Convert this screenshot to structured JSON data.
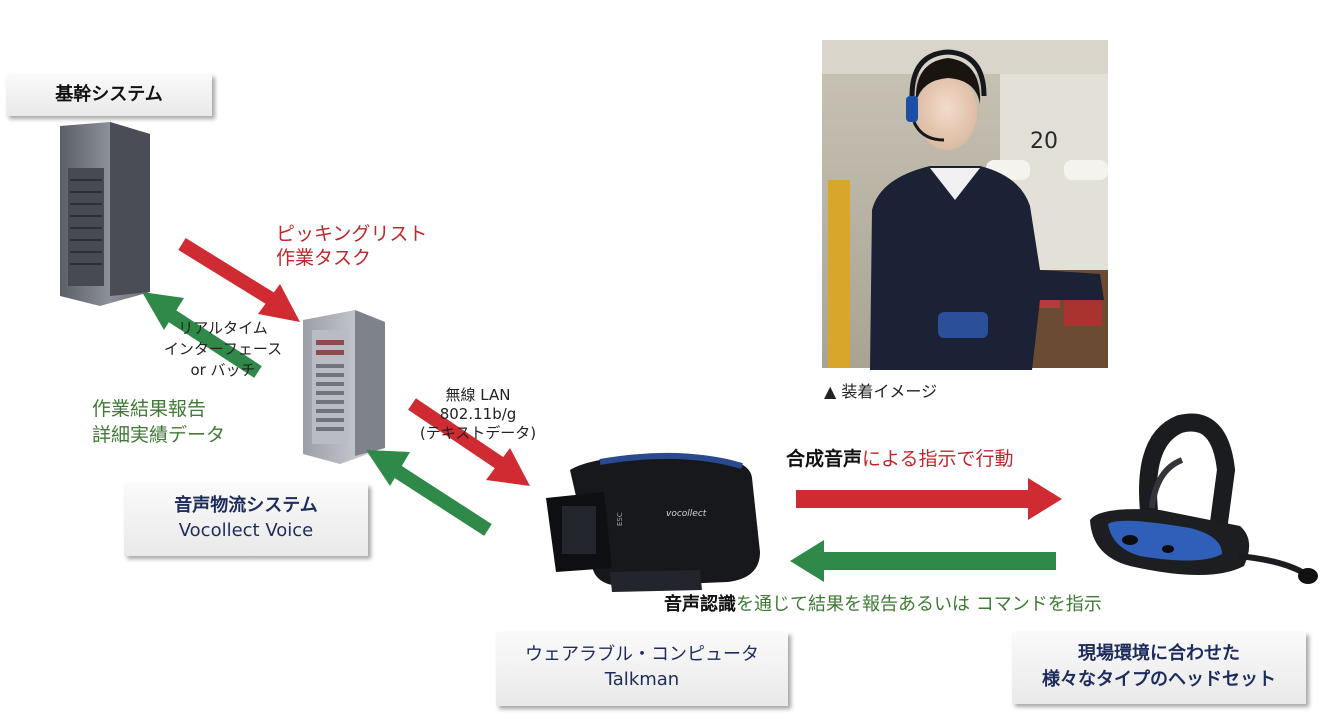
{
  "core_system": {
    "label": "基幹システム"
  },
  "picking": {
    "line1": "ピッキングリスト",
    "line2": "作業タスク"
  },
  "interface": {
    "line1": "リアルタイム",
    "line2": "インターフェース",
    "line3": "or バッチ"
  },
  "report": {
    "line1": "作業結果報告",
    "line2": "詳細実績データ"
  },
  "voice_system": {
    "line1": "音声物流システム",
    "line2": "Vocollect Voice"
  },
  "wlan": {
    "line1": "無線 LAN",
    "line2": "802.11b/g",
    "line3": "(テキストデータ)"
  },
  "photo": {
    "caption": "▲ 装着イメージ",
    "dock_number": "20"
  },
  "synth": {
    "bold": "合成音声",
    "rest": "による指示で行動"
  },
  "recog": {
    "bold": "音声認識",
    "rest": "を通じて結果を報告あるいは コマンドを指示"
  },
  "wearable": {
    "line1": "ウェアラブル・コンピュータ",
    "line2": "Talkman"
  },
  "headset": {
    "line1": "現場環境に合わせた",
    "line2": "様々なタイプのヘッドセット"
  },
  "device_text": {
    "brand": "vocollect",
    "side": "ESC"
  },
  "colors": {
    "red_arrow": "#d02a32",
    "green_arrow": "#2f8a4a",
    "navy": "#1d2c5c"
  }
}
